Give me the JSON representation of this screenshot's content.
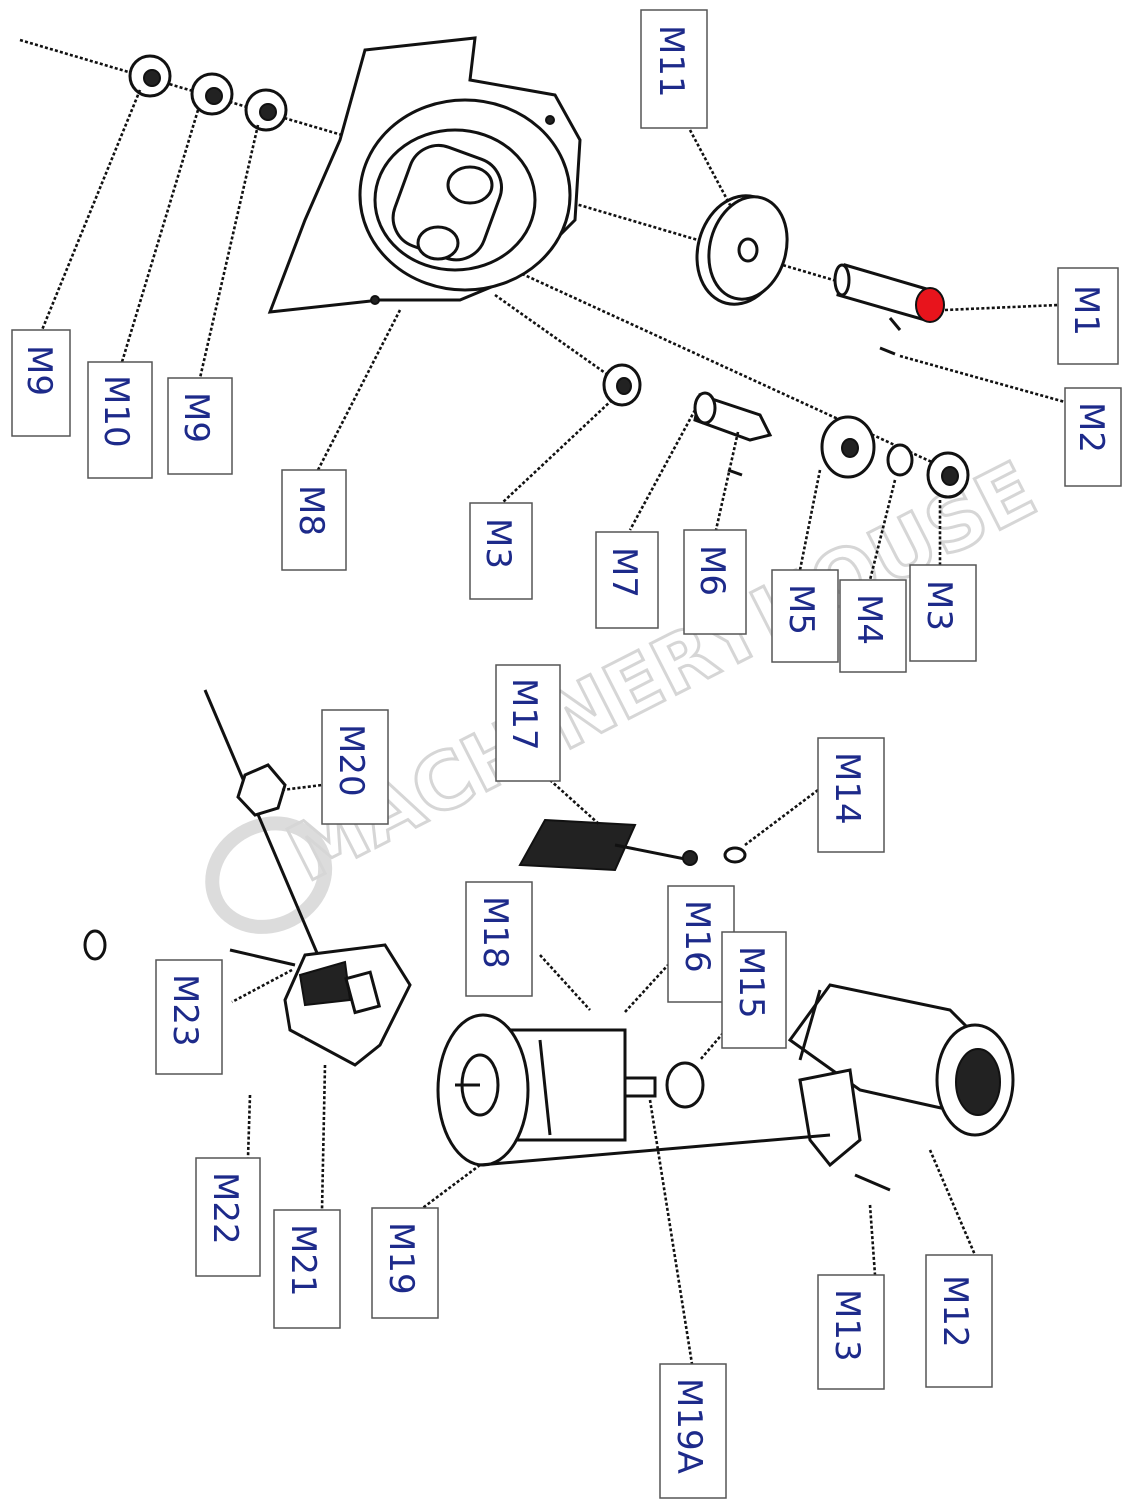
{
  "watermark": "MACHINERYHOUSE",
  "accent_color": "#e8141c",
  "labels": {
    "M1": "M1",
    "M2": "M2",
    "M3a": "M3",
    "M3b": "M3",
    "M4": "M4",
    "M5": "M5",
    "M6": "M6",
    "M7": "M7",
    "M8": "M8",
    "M9a": "M9",
    "M9b": "M9",
    "M10": "M10",
    "M11": "M11",
    "M12": "M12",
    "M13": "M13",
    "M14": "M14",
    "M15": "M15",
    "M16": "M16",
    "M17": "M17",
    "M18": "M18",
    "M19": "M19",
    "M19A": "M19A",
    "M20": "M20",
    "M21": "M21",
    "M22": "M22",
    "M23": "M23"
  }
}
